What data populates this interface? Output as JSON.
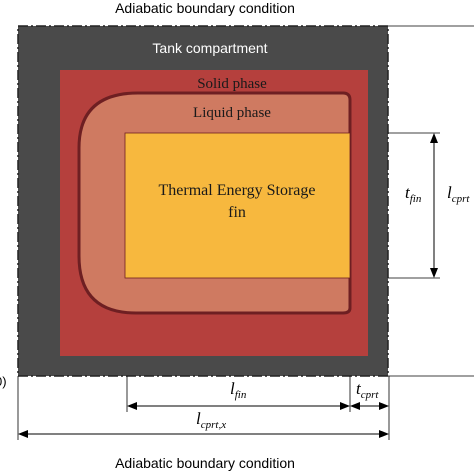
{
  "labels": {
    "top_boundary": "Adiabatic boundary condition",
    "bottom_boundary": "Adiabatic boundary condition",
    "tank": "Tank compartment",
    "solid": "Solid phase",
    "liquid": "Liquid phase",
    "fin_line1": "Thermal Energy Storage",
    "fin_line2": "fin",
    "left_edge_fragment": "0)"
  },
  "dimensions": {
    "t_fin": {
      "main": "t",
      "sub": "fin"
    },
    "l_cprt": {
      "main": "l",
      "sub": "cprt"
    },
    "l_fin": {
      "main": "l",
      "sub": "fin"
    },
    "t_cprt": {
      "main": "t",
      "sub": "cprt"
    },
    "l_cprt_x": {
      "main": "l",
      "sub": "cprt,x"
    }
  },
  "colors": {
    "tank": "#4a4a4a",
    "solid": "#b5403d",
    "liquid": "#cf7a61",
    "fin": "#f7b83e",
    "liquid_outline": "#6e1f22",
    "dim_line": "#000000"
  }
}
